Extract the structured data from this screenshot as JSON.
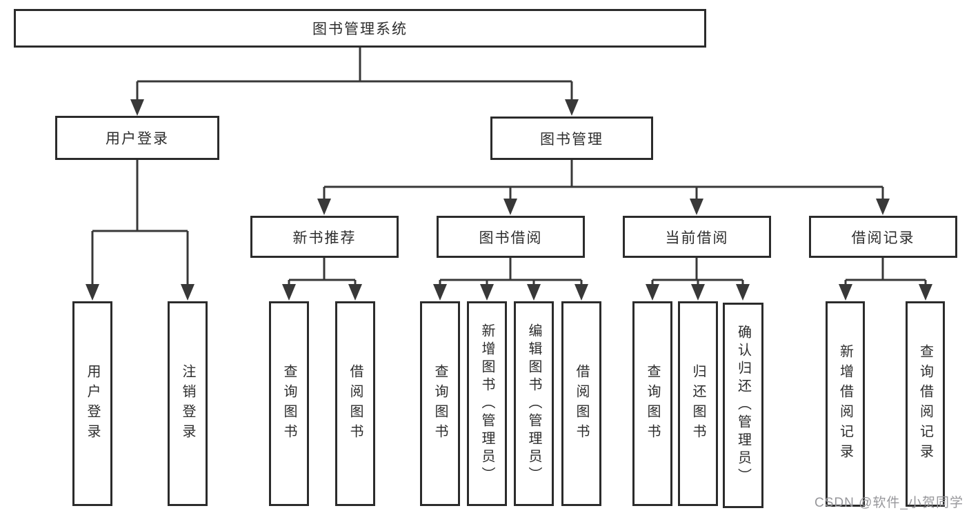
{
  "tree": {
    "label": "图书管理系统",
    "children": [
      {
        "label": "用户登录",
        "children": [
          {
            "label": "用户登录"
          },
          {
            "label": "注销登录"
          }
        ]
      },
      {
        "label": "图书管理",
        "children": [
          {
            "label": "新书推荐",
            "children": [
              {
                "label": "查询图书"
              },
              {
                "label": "借阅图书"
              }
            ]
          },
          {
            "label": "图书借阅",
            "children": [
              {
                "label": "查询图书"
              },
              {
                "label": "新增图书（管理员）"
              },
              {
                "label": "编辑图书（管理员）"
              },
              {
                "label": "借阅图书"
              }
            ]
          },
          {
            "label": "当前借阅",
            "children": [
              {
                "label": "查询图书"
              },
              {
                "label": "归还图书"
              },
              {
                "label": "确认归还（管理员）"
              }
            ]
          },
          {
            "label": "借阅记录",
            "children": [
              {
                "label": "新增借阅记录"
              },
              {
                "label": "查询借阅记录"
              }
            ]
          }
        ]
      }
    ]
  },
  "watermark": {
    "text": "CSDN @软件_小贺同学"
  },
  "colors": {
    "line": "#383838",
    "box_border": "#2b2b2b",
    "text": "#2d2d2d",
    "watermark": "#97979b",
    "background": "#ffffff"
  }
}
